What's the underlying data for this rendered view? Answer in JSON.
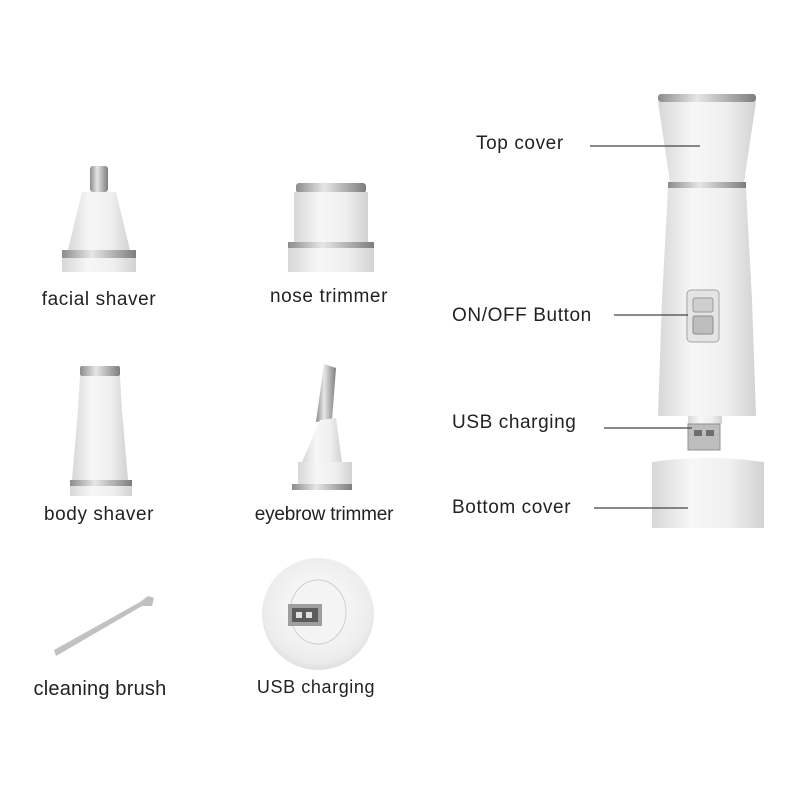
{
  "accessories": {
    "facial_shaver": "facial shaver",
    "nose_trimmer": "nose trimmer",
    "body_shaver": "body shaver",
    "eyebrow_trimmer": "eyebrow trimmer",
    "cleaning_brush": "cleaning brush",
    "usb_charging": "USB charging"
  },
  "device_parts": {
    "top_cover": "Top cover",
    "on_off_button": "ON/OFF Button",
    "usb_charging": "USB charging",
    "bottom_cover": "Bottom cover"
  },
  "colors": {
    "body": "#eeeeee",
    "chrome": "#b8b8b8",
    "leader_line": "#444444"
  }
}
